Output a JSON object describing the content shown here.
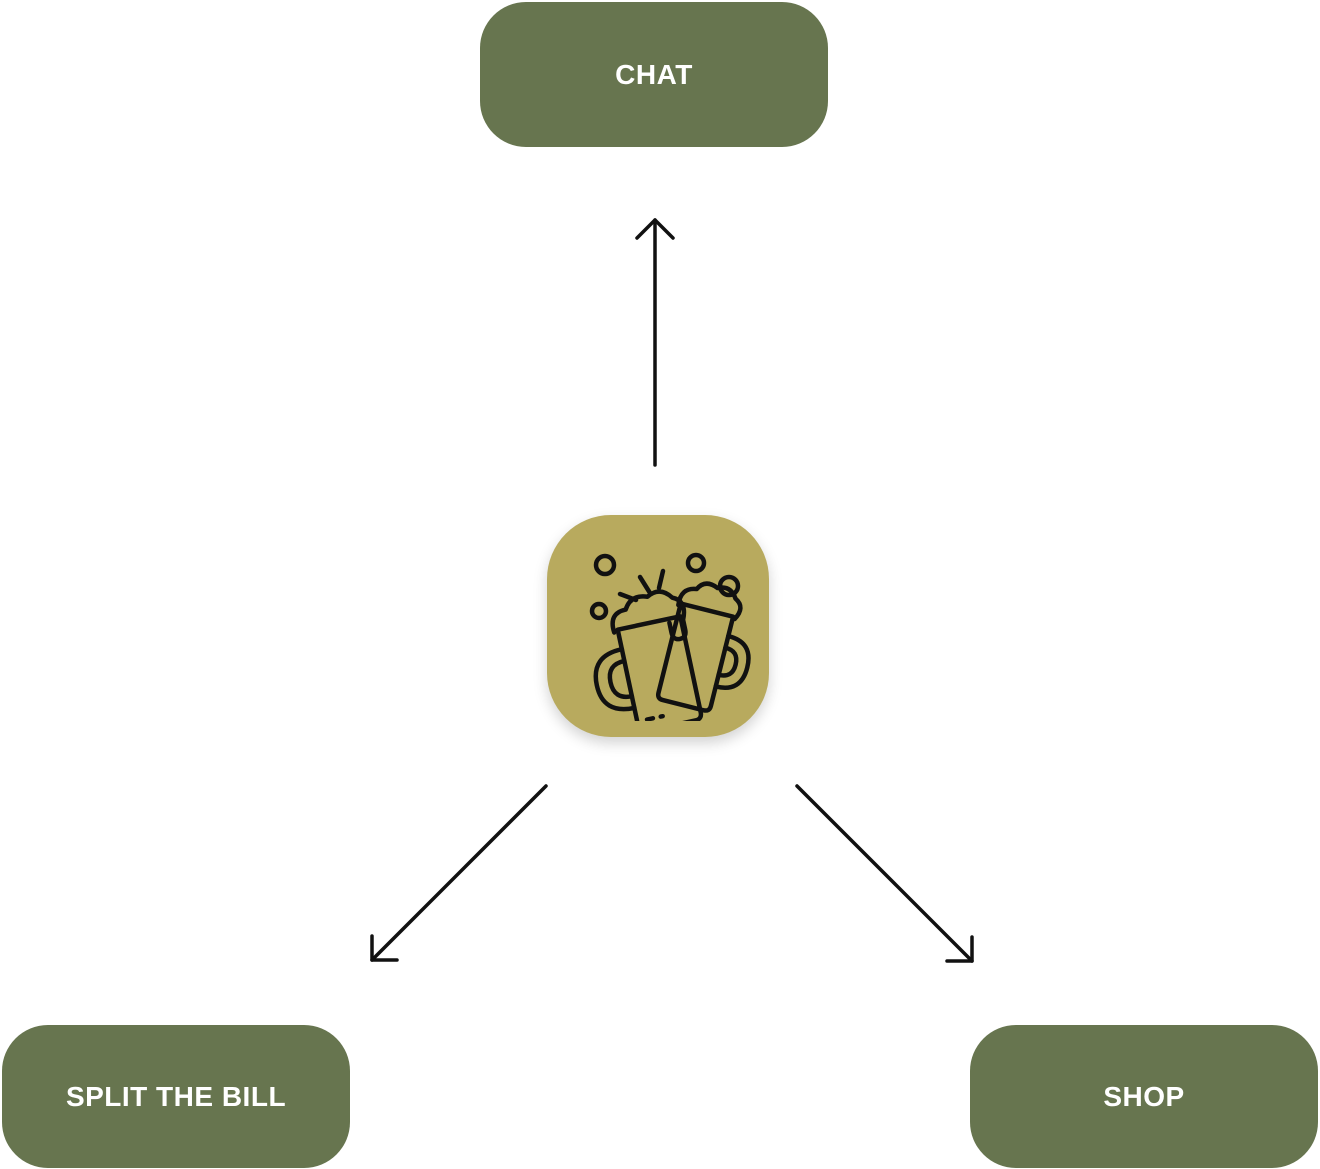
{
  "nodes": {
    "chat": "CHAT",
    "split_the_bill": "SPLIT THE BILL",
    "shop": "SHOP"
  },
  "hub": {
    "icon": "beer-mugs-cheers-icon"
  },
  "colors": {
    "node_fill": "#67754f",
    "node_text": "#ffffff",
    "hub_fill": "#b8aa5e",
    "icon_stroke": "#111111",
    "arrow": "#111111",
    "background": "#ffffff"
  }
}
